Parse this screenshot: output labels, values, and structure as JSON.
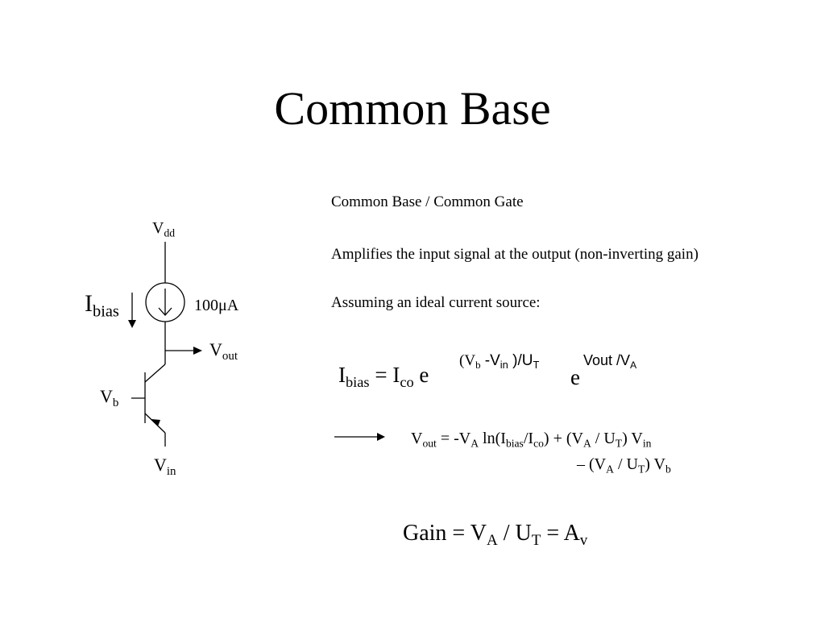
{
  "title": "Common Base",
  "lines": {
    "l1": "Common Base / Common Gate",
    "l2": "Amplifies the input signal at the output (non-inverting gain)",
    "l3": "Assuming an ideal current source:"
  },
  "circuit": {
    "vdd_main": "V",
    "vdd_sub": "dd",
    "ibias_main": "I",
    "ibias_sub": "bias",
    "current_value": "100μA",
    "vout_main": "V",
    "vout_sub": "out",
    "vb_main": "V",
    "vb_sub": "b",
    "vin_main": "V",
    "vin_sub": "in"
  },
  "eq1": {
    "I": "I",
    "bias": "bias",
    "eq": " = ",
    "I2": "I",
    "co": "co",
    "e": " e",
    "exp1_open": "(V",
    "exp1_b": "b",
    "exp1_mid": " -V",
    "exp1_in": "in",
    "exp1_close": " )/U",
    "exp1_T": "T",
    "e2": "e",
    "exp2_a": "Vout /V",
    "exp2_A": "A"
  },
  "eq2": {
    "p1": "V",
    "p1s": "out",
    "p2": " = -V",
    "p2s": "A",
    "p3": " ln(I",
    "p3s": "bias",
    "p4": "/I",
    "p4s": "co",
    "p5": ") + (V",
    "p5s": "A",
    "p6": " / U",
    "p6s": "T",
    "p7": ") V",
    "p7s": "in"
  },
  "eq3": {
    "p1": "– (V",
    "p1s": "A",
    "p2": " / U",
    "p2s": "T",
    "p3": ") V",
    "p3s": "b"
  },
  "gain": {
    "p1": "Gain = V",
    "p1s": "A",
    "p2": " / U",
    "p2s": "T",
    "p3": " = A",
    "p3s": "v"
  }
}
